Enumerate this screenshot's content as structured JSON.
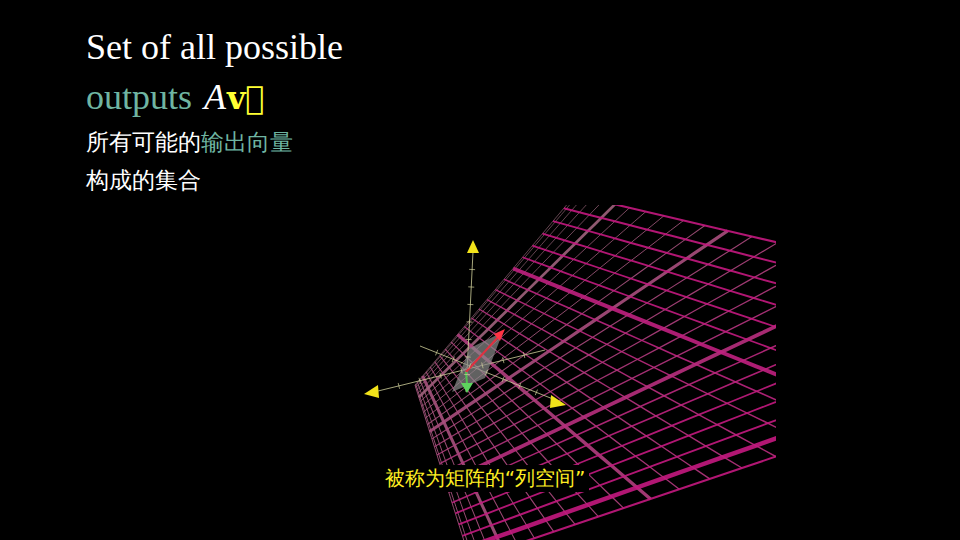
{
  "diagram": {
    "caption": "被称为矩阵的“列空间”",
    "labels": [
      "Set of all possible",
      "outputs",
      "A",
      "v⃗",
      "所有可能的",
      "输出向量",
      "构成的集合"
    ]
  }
}
